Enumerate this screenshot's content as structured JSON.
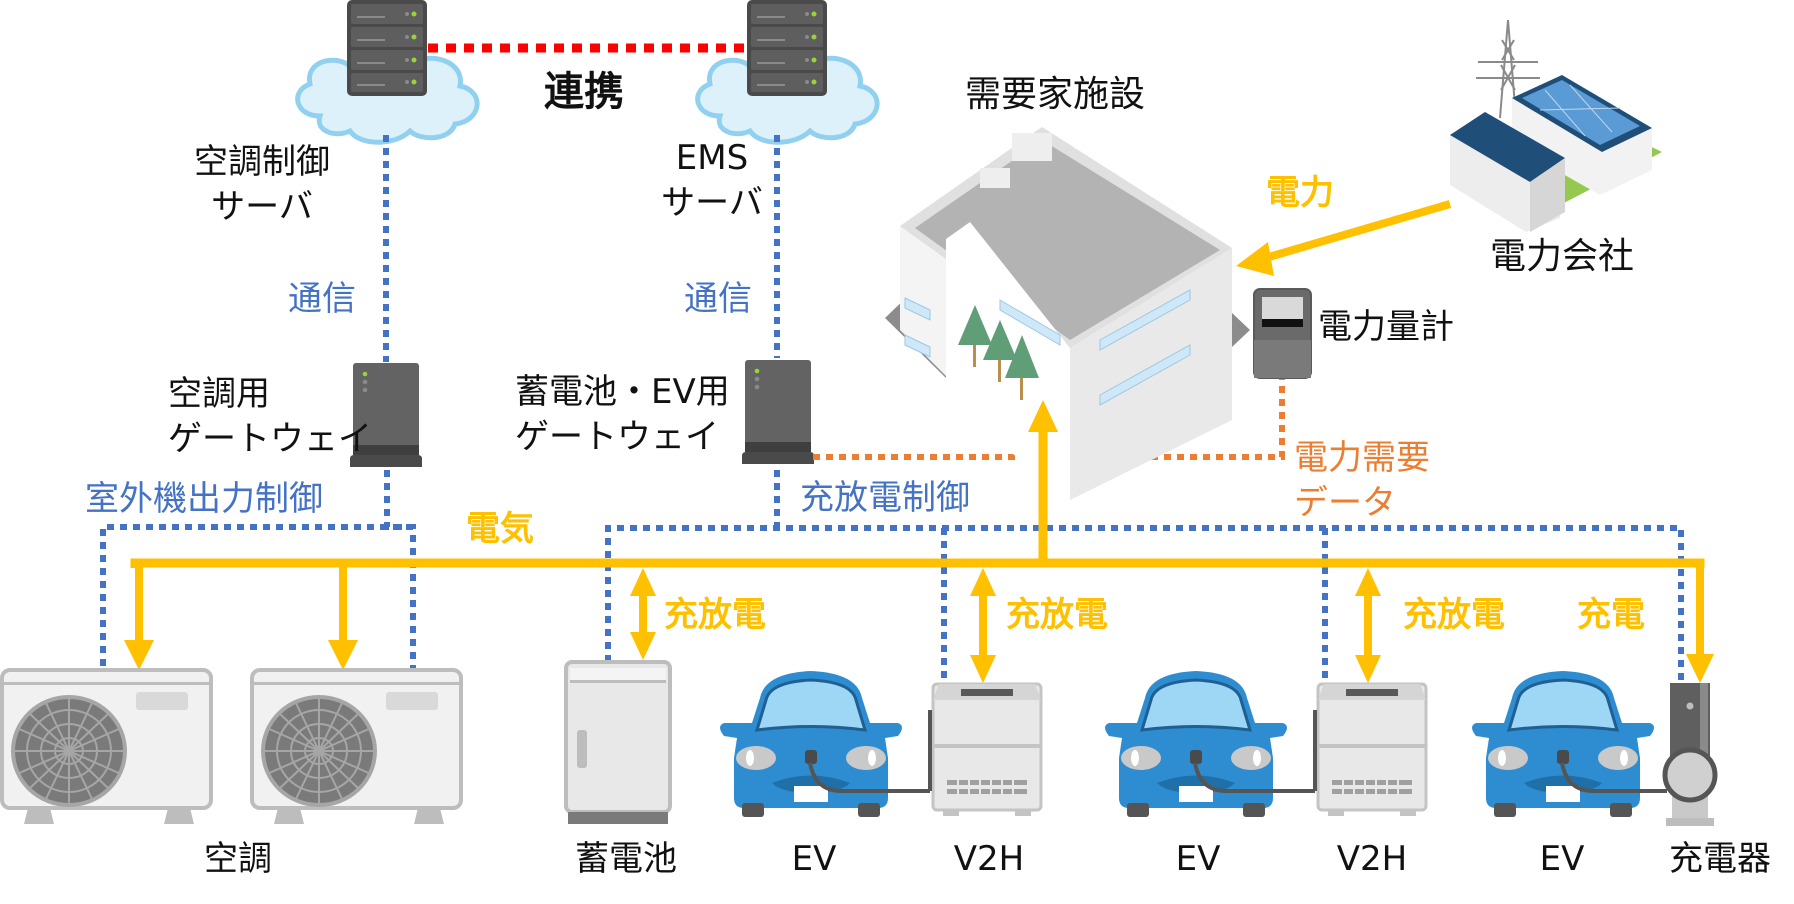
{
  "colors": {
    "electric": "#FFC000",
    "communication": "#4472C4",
    "demand_data": "#ED7D31",
    "link": "#FF0000",
    "cloud_fill": "#DDF1FB",
    "cloud_stroke": "#92D0F0",
    "device_dark": "#5F5F5F",
    "ev_body": "#2E8CD0",
    "ev_glass": "#9ED6F5"
  },
  "servers": {
    "link_label": "連携",
    "ac_control": {
      "line1": "空調制御",
      "line2": "サーバ",
      "icon": "server-rack-icon"
    },
    "ems": {
      "line1": "EMS",
      "line2": "サーバ",
      "icon": "server-rack-icon"
    }
  },
  "connections": {
    "comm_left": "通信",
    "comm_right": "通信",
    "ac_output_control": "室外機出力制御",
    "charge_discharge_control": "充放電制御",
    "electricity": "電気",
    "power": "電力",
    "demand_data_line1": "電力需要",
    "demand_data_line2": "データ",
    "battery_flow": "充放電",
    "v2h1_flow": "充放電",
    "v2h2_flow": "充放電",
    "charger_flow": "充電"
  },
  "gateways": {
    "ac": {
      "line1": "空調用",
      "line2": "ゲートウェイ",
      "icon": "gateway-icon"
    },
    "battery_ev": {
      "line1": "蓄電池・EV用",
      "line2": "ゲートウェイ",
      "icon": "gateway-icon"
    }
  },
  "facility": {
    "label": "需要家施設",
    "meter_label": "電力量計",
    "utility_label": "電力会社"
  },
  "devices": [
    {
      "id": "ac-group",
      "label": "空調",
      "icon": "outdoor-ac-unit-icon"
    },
    {
      "id": "battery",
      "label": "蓄電池",
      "icon": "battery-cabinet-icon"
    },
    {
      "id": "ev1",
      "label": "EV",
      "icon": "electric-car-icon"
    },
    {
      "id": "v2h1",
      "label": "V2H",
      "icon": "v2h-unit-icon"
    },
    {
      "id": "ev2",
      "label": "EV",
      "icon": "electric-car-icon"
    },
    {
      "id": "v2h2",
      "label": "V2H",
      "icon": "v2h-unit-icon"
    },
    {
      "id": "ev3",
      "label": "EV",
      "icon": "electric-car-icon"
    },
    {
      "id": "charger",
      "label": "充電器",
      "icon": "ev-charger-icon"
    }
  ]
}
